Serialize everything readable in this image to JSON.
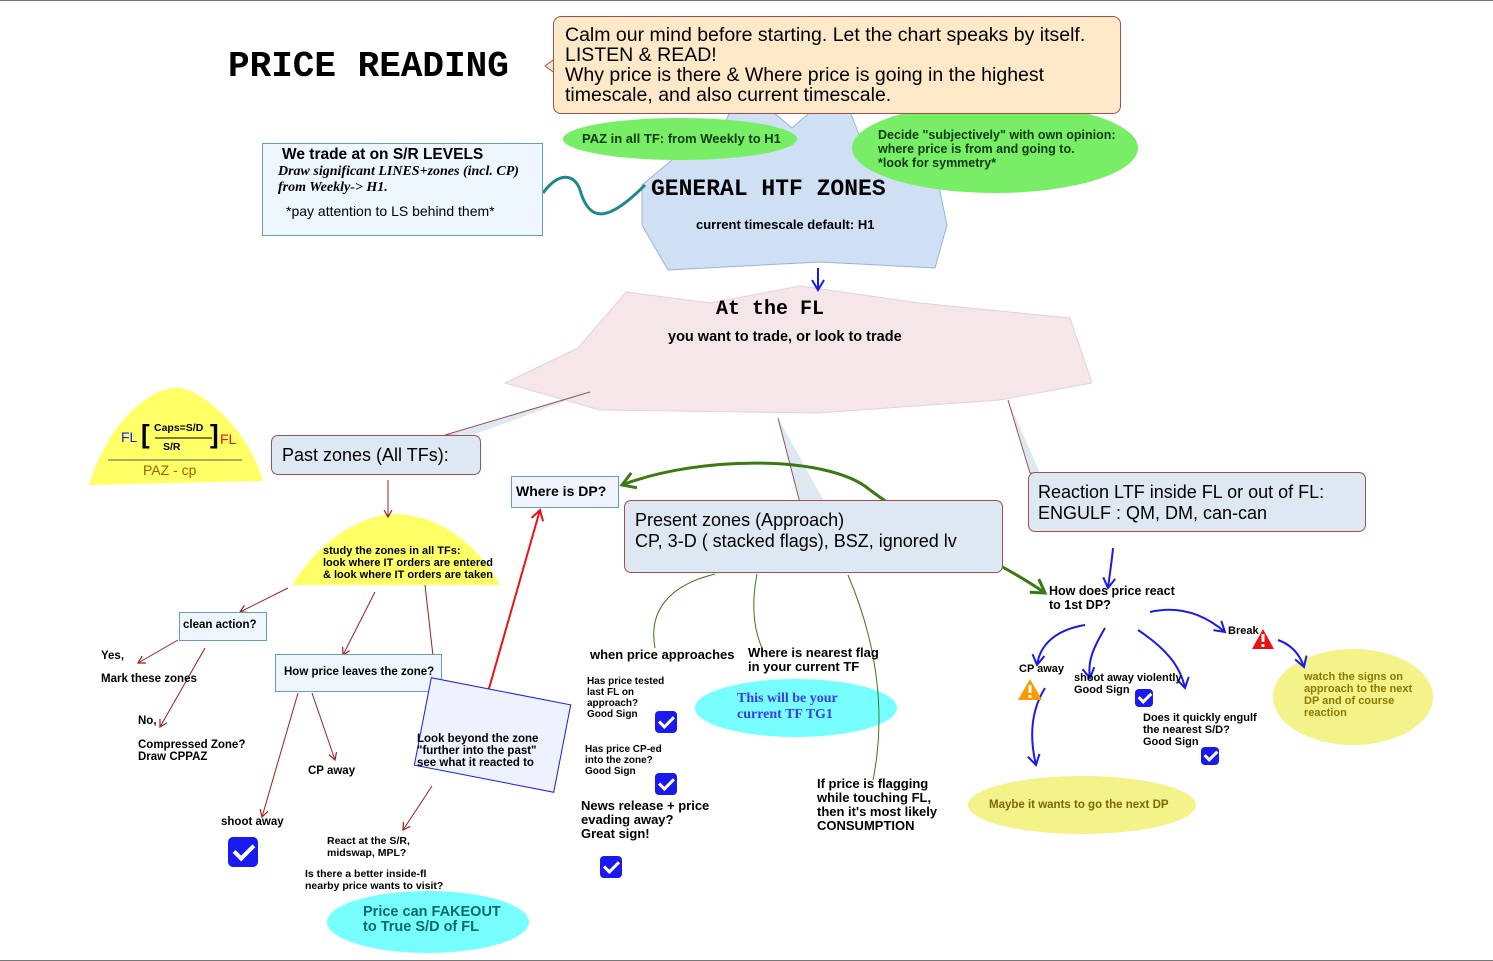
{
  "title": "PRICE READING",
  "intro_note": "Calm our mind before starting. Let the chart speaks by itself.\nLISTEN & READ!\nWhy price is there & Where price is going in the highest timescale, and also current timescale.",
  "paz_ellipse": "PAZ in all TF: from Weekly to H1",
  "decide_ellipse": "Decide \"subjectively\" with own opinion:\nwhere price is from and going to.\n*look for symmetry*",
  "sr_box": {
    "heading": "We trade at on S/R LEVELS",
    "italic": "Draw significant LINES+zones (incl. CP)\nfrom Weekly-> H1.",
    "note": "*pay attention to LS behind them*"
  },
  "htf_zones": {
    "title": "GENERAL HTF ZONES",
    "sub": "current timescale default: H1"
  },
  "fl": {
    "title": "At the FL",
    "sub": "you want to trade, or look to trade"
  },
  "formula": {
    "fl_left": "FL",
    "numerator": "Caps=S/D",
    "denominator": "S/R",
    "fl_right": "FL",
    "bottom": "PAZ - cp"
  },
  "past_zones": "Past zones (All TFs):",
  "where_dp": "Where is DP?",
  "present_zones": "Present zones (Approach)\nCP, 3-D ( stacked flags), BSZ, ignored lv",
  "reaction_ltf": "Reaction LTF inside FL or out of FL:\nENGULF : QM, DM, can-can",
  "past_branch": {
    "study": "study the zones in all TFs:\nlook where IT orders are entered\n& look where IT orders are taken",
    "clean_action": "clean action?",
    "yes": "Yes,",
    "mark_zones": "Mark these zones",
    "no": "No,",
    "compressed": "Compressed Zone?\nDraw CPPAZ",
    "how_leaves": "How price leaves the zone?",
    "cp_away": "CP away",
    "shoot_away": "shoot away",
    "look_beyond": "Look beyond the zone\n\"further into the past\"\nsee what it reacted to",
    "react_sr": "React at the S/R,\nmidswap, MPL?",
    "better_inside": "Is there a better inside-fl\nnearby price wants to visit?",
    "fakeout": "Price can FAKEOUT\nto True S/D of FL"
  },
  "present_branch": {
    "approaches": "when price approaches",
    "tested": "Has price tested\nlast FL on\napproach?\nGood Sign",
    "cp_ed": "Has price CP-ed\ninto the zone?\nGood Sign",
    "news": "News release + price\nevading away?\nGreat sign!",
    "nearest_flag": "Where is nearest flag\nin your current TF",
    "tg1": "This will be your\ncurrent TF TG1",
    "flagging": "If price is flagging\nwhile touching FL,\nthen it's most likely\nCONSUMPTION"
  },
  "reaction_branch": {
    "how_react": "How does price react\nto 1st DP?",
    "cp_away": "CP away",
    "shoot_violently": "shoot away violently\nGood Sign",
    "engulf": "Does it quickly engulf\nthe nearest S/D?\nGood Sign",
    "break": "Break",
    "watch": "watch the signs on\napproach to the next\nDP and of course\nreaction",
    "next_dp": "Maybe it wants to go the next DP"
  },
  "colors": {
    "yellow": "#ffff66",
    "green_ellipse": "#77ee66",
    "cyan_ellipse": "#77ffff",
    "light_yellow": "#f3f38a",
    "blue_shape": "#cfe0f5",
    "pink_shape": "#f5e6ea",
    "callout_blue": "#dde8f2",
    "note_peach": "#fde9c8",
    "dark_red": "#a01c1c",
    "arrow_blue": "#1a1aee",
    "arrow_green": "#3b7a12",
    "teal": "#1a8a86",
    "warning_orange": "#ff9900",
    "warning_red": "#ee1111"
  }
}
